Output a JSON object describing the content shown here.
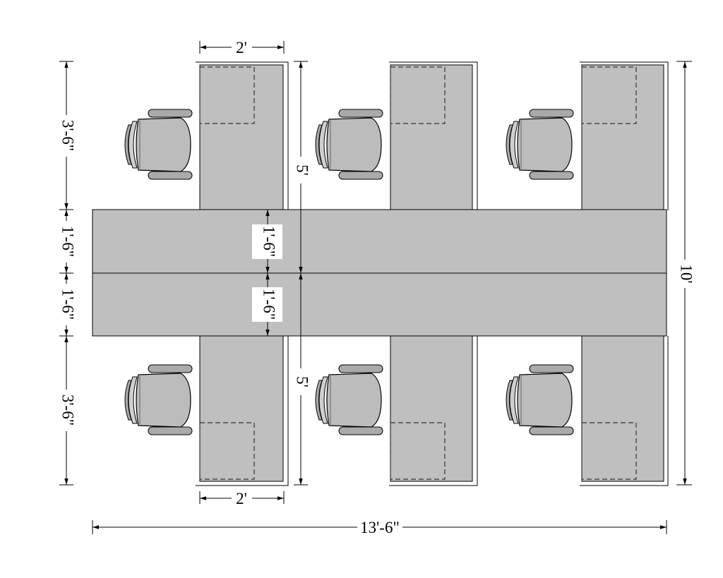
{
  "colors": {
    "furniture_fill": "#bfbfbf",
    "line": "#000000",
    "background": "#ffffff",
    "label_box": "#ffffff"
  },
  "icons": {
    "chair": "office-chair-icon"
  },
  "dimensions": {
    "top_width": "2'",
    "bottom_width": "2'",
    "left_top_depth": "3'-6\"",
    "left_upper_table": "1'-6\"",
    "left_lower_table": "1'-6\"",
    "left_bottom_depth": "3'-6\"",
    "inner_upper_table": "1'-6\"",
    "inner_lower_table": "1'-6\"",
    "center_upper_half": "5'",
    "center_lower_half": "5'",
    "overall_height": "10'",
    "overall_width": "13'-6\""
  }
}
